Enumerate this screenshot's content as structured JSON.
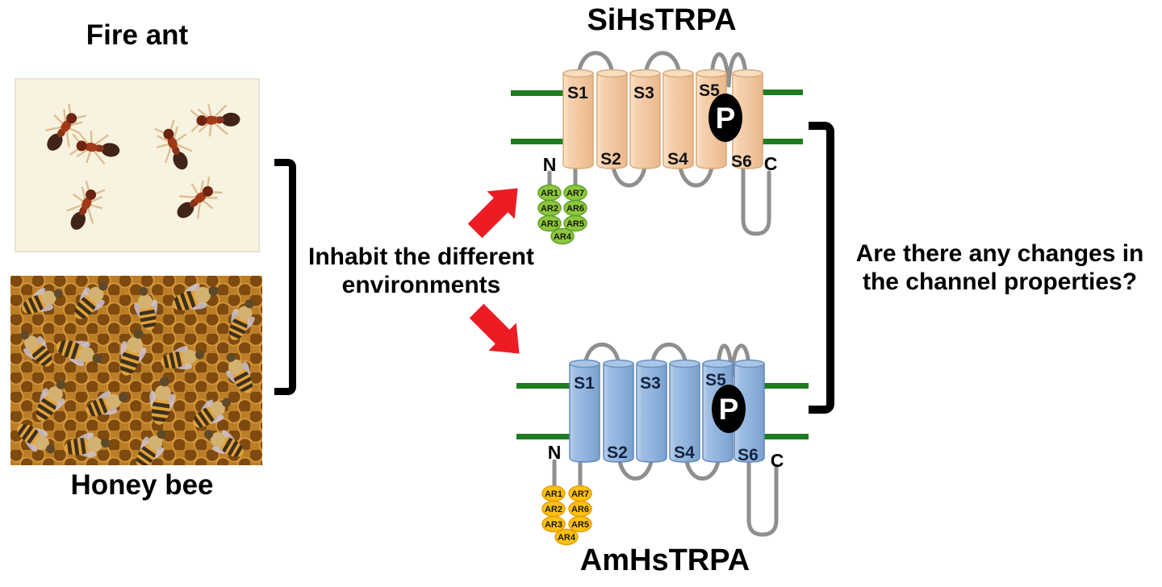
{
  "figure": {
    "left": {
      "fire_ant_label": "Fire ant",
      "honey_bee_label": "Honey bee"
    },
    "middle": {
      "line1": "Inhabit the different",
      "line2": "environments"
    },
    "right": {
      "line1": "Are there any changes in",
      "line2": "the channel properties?"
    }
  },
  "channels": [
    {
      "title": "SiHsTRPA",
      "organism": "Fire ant",
      "segments": [
        "S1",
        "S2",
        "S3",
        "S4",
        "S5",
        "S6"
      ],
      "pore_label": "P",
      "n_terminus": "N",
      "c_terminus": "C",
      "ankyrin_repeats": [
        "AR1",
        "AR2",
        "AR3",
        "AR4",
        "AR5",
        "AR6",
        "AR7"
      ],
      "colors": {
        "cylinder_body": "#F2C7A0",
        "cylinder_border": "#D9A878",
        "ankyrin_fill": "#8DC63F",
        "ankyrin_border": "#5FA226"
      }
    },
    {
      "title": "AmHsTRPA",
      "organism": "Honey bee",
      "segments": [
        "S1",
        "S2",
        "S3",
        "S4",
        "S5",
        "S6"
      ],
      "pore_label": "P",
      "n_terminus": "N",
      "c_terminus": "C",
      "ankyrin_repeats": [
        "AR1",
        "AR2",
        "AR3",
        "AR4",
        "AR5",
        "AR6",
        "AR7"
      ],
      "colors": {
        "cylinder_body": "#8FB3DD",
        "cylinder_border": "#6487B5",
        "ankyrin_fill": "#FEC110",
        "ankyrin_border": "#E89C0E"
      }
    }
  ],
  "colors": {
    "membrane_green": "#1E7C1F",
    "loop_gray": "#8F8F8F",
    "arrow_red": "#ED1C24",
    "pore_black": "#000000"
  }
}
